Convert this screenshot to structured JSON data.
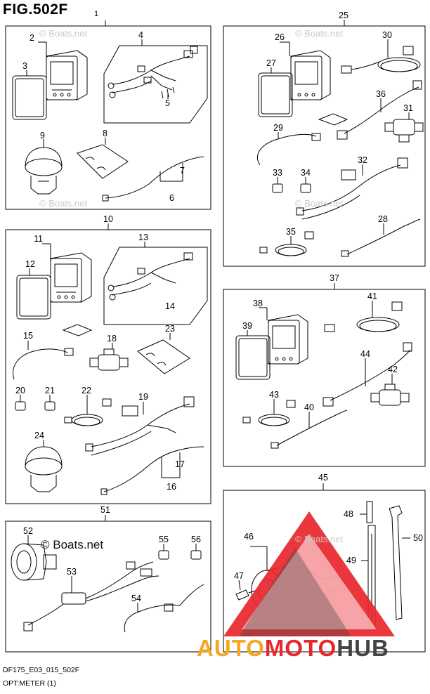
{
  "header": {
    "title": "FIG.502F",
    "ref": "1"
  },
  "footer": {
    "code": "DF175_E03_015_502F",
    "name": "OPT:METER (1)"
  },
  "watermark": {
    "text": "© Boats.net"
  },
  "logo": {
    "part1": "AUTO",
    "part2": "MOTO",
    "part3": "HUB",
    "color_orange": "#f5a623",
    "color_red": "#e8262d",
    "color_gray": "#444444"
  },
  "callouts": {
    "c2": "2",
    "c3": "3",
    "c4": "4",
    "c5": "5",
    "c6": "6",
    "c7": "7",
    "c8": "8",
    "c9": "9",
    "c10": "10",
    "c11": "11",
    "c12": "12",
    "c13": "13",
    "c14": "14",
    "c15": "15",
    "c16": "16",
    "c17": "17",
    "c18": "18",
    "c19": "19",
    "c20": "20",
    "c21": "21",
    "c22": "22",
    "c23": "23",
    "c24": "24",
    "c25": "25",
    "c26": "26",
    "c27": "27",
    "c28": "28",
    "c29": "29",
    "c30": "30",
    "c31": "31",
    "c32": "32",
    "c33": "33",
    "c34": "34",
    "c35": "35",
    "c36": "36",
    "c37": "37",
    "c38": "38",
    "c39": "39",
    "c40": "40",
    "c41": "41",
    "c42": "42",
    "c43": "43",
    "c44": "44",
    "c45": "45",
    "c46": "46",
    "c47": "47",
    "c48": "48",
    "c49": "49",
    "c50": "50",
    "c51": "51",
    "c52": "52",
    "c53": "53",
    "c54": "54",
    "c55": "55",
    "c56": "56"
  }
}
